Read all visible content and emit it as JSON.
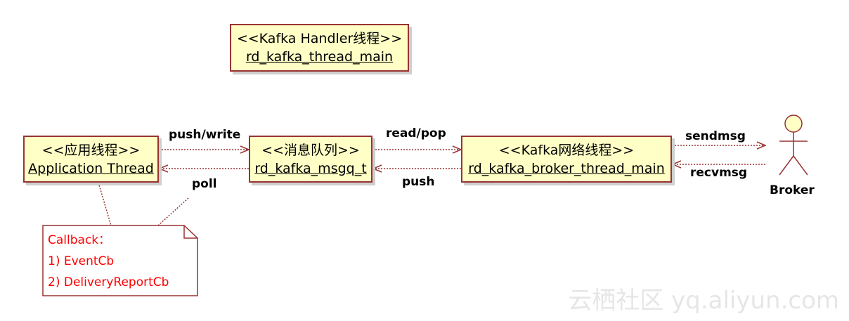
{
  "nodes": {
    "handler": {
      "stereotype": "<<Kafka Handler线程>>",
      "name": "rd_kafka_thread_main"
    },
    "app": {
      "stereotype": "<<应用线程>>",
      "name": "Application Thread"
    },
    "msgq": {
      "stereotype": "<<消息队列>>",
      "name": "rd_kafka_msgq_t"
    },
    "broker_thread": {
      "stereotype": "<<Kafka网络线程>>",
      "name": "rd_kafka_broker_thread_main"
    }
  },
  "edges": {
    "push_write": "push/write",
    "poll": "poll",
    "read_pop": "read/pop",
    "push": "push",
    "sendmsg": "sendmsg",
    "recvmsg": "recvmsg"
  },
  "actor": {
    "name": "Broker"
  },
  "note": {
    "lines": [
      "Callback：",
      "1) EventCb",
      "2) DeliveryReportCb"
    ],
    "color": "#ff0000"
  },
  "colors": {
    "box_fill": "#ffffc6",
    "box_border": "#993333",
    "arrow": "#993333"
  },
  "watermark": "云栖社区 yq.aliyun.com"
}
